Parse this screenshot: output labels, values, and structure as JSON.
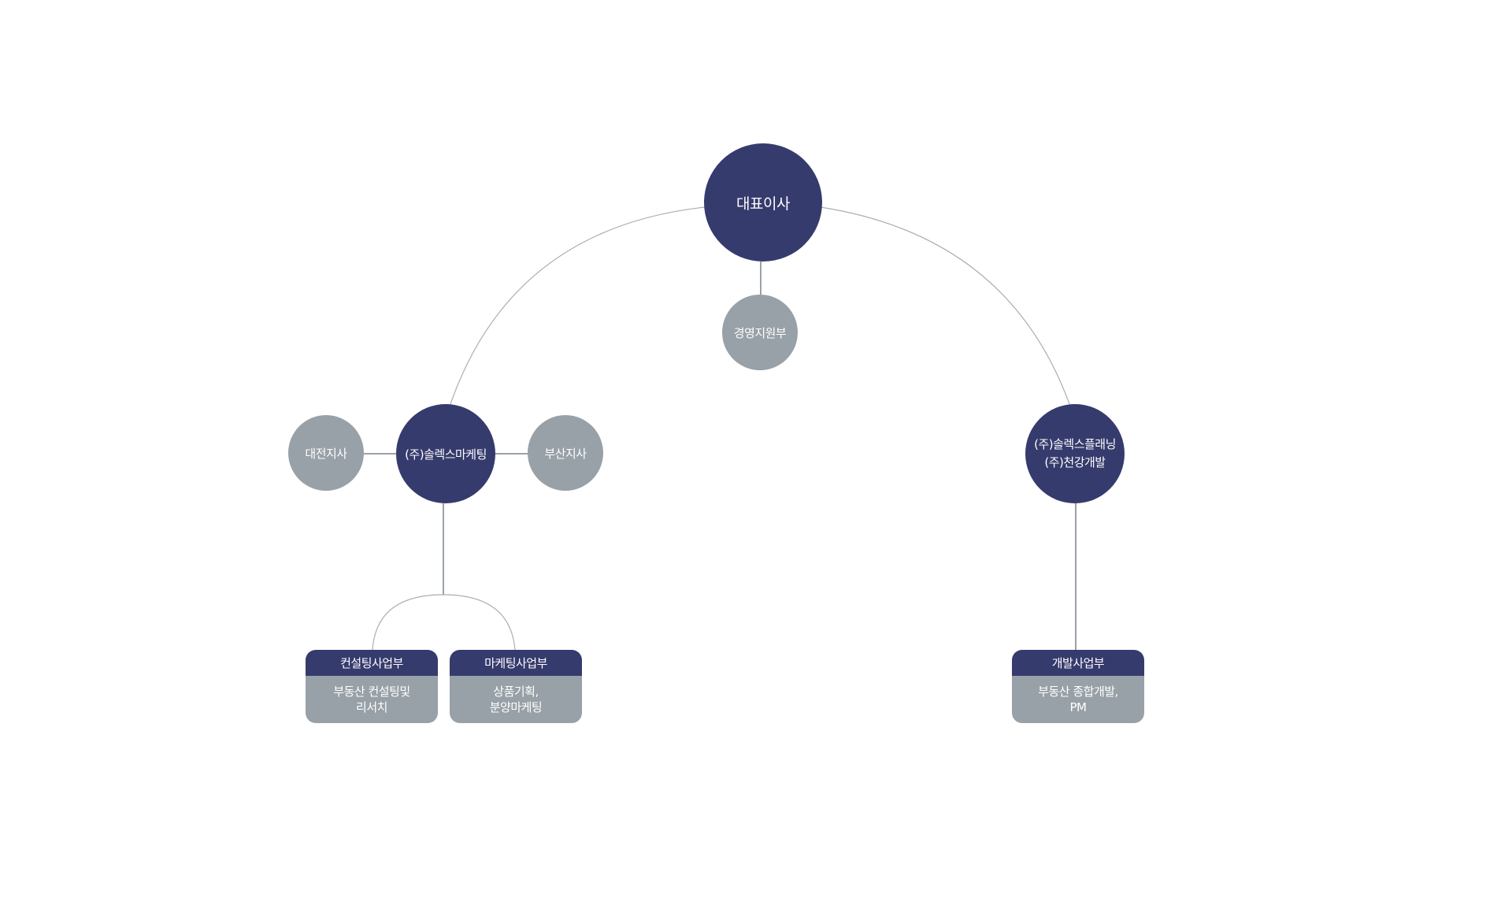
{
  "nodes": {
    "ceo": {
      "label": "대표이사"
    },
    "management_support": {
      "label": "경영지원부"
    },
    "marketing_company": {
      "label": "(주)솔렉스마케팅"
    },
    "daejeon_branch": {
      "label": "대전지사"
    },
    "busan_branch": {
      "label": "부산지사"
    },
    "planning_company": {
      "lines": [
        "(주)솔렉스플래닝",
        "(주)천강개발"
      ]
    }
  },
  "departments": [
    {
      "title": "컨설팅사업부",
      "description_lines": [
        "부동산 컨설팅및",
        "리서치"
      ]
    },
    {
      "title": "마케팅사업부",
      "description_lines": [
        "상품기획,",
        "분양마케팅"
      ]
    },
    {
      "title": "개발사업부",
      "description_lines": [
        "부동산 종합개발,",
        "PM"
      ]
    }
  ],
  "colors": {
    "primary": "#363b6d",
    "secondary": "#98a1a8",
    "connector_arc": "#a9aeb3",
    "connector_line": "#9aa2a9"
  }
}
